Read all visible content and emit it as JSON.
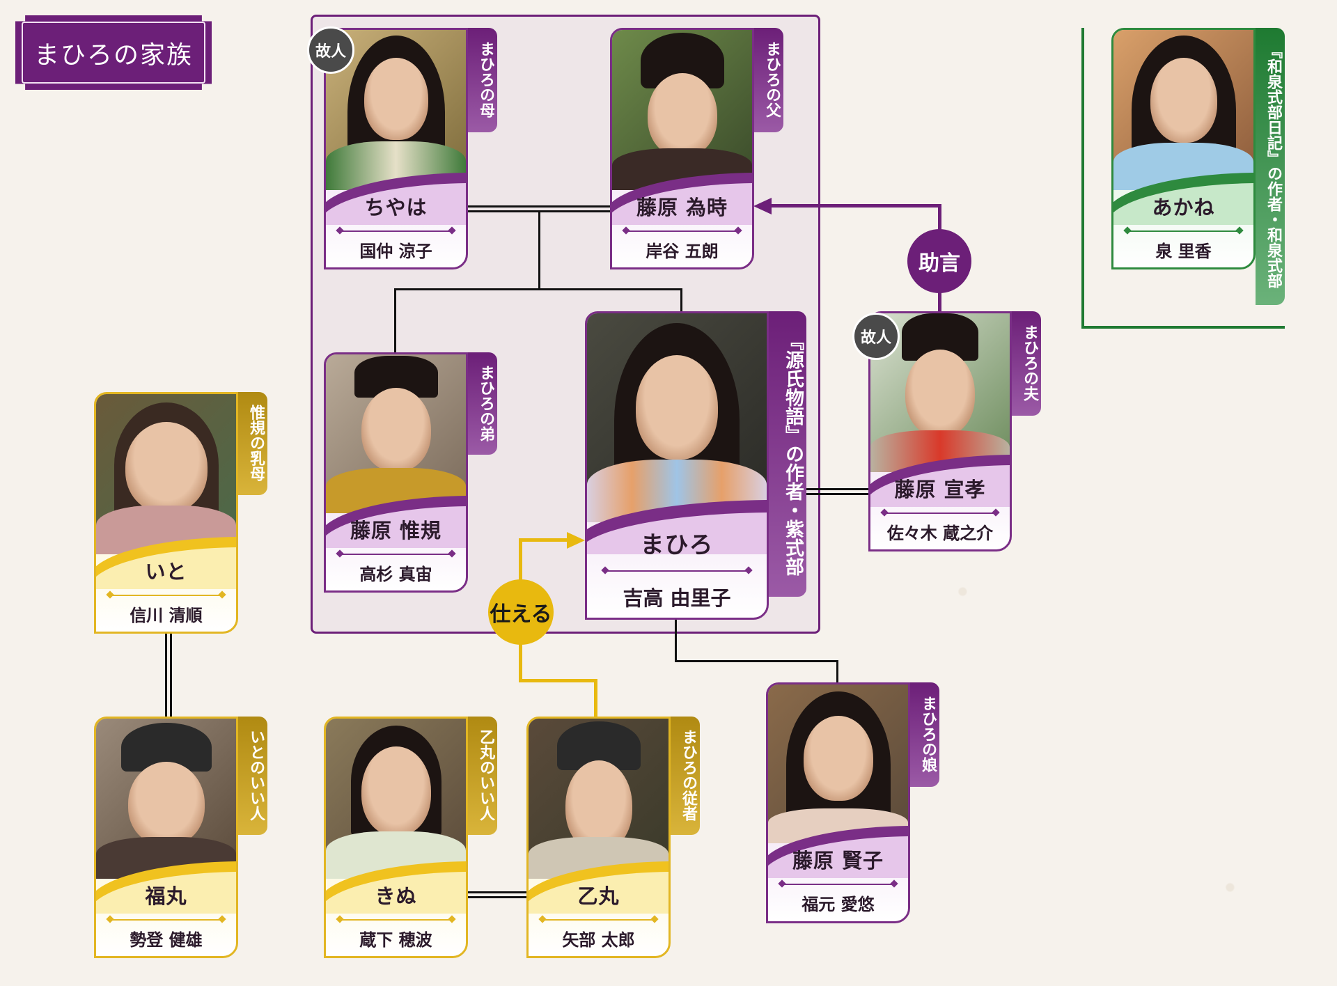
{
  "title": "まひろの家族",
  "relations": {
    "advice": "助言",
    "serve": "仕える"
  },
  "deceased_label": "故人",
  "cards": {
    "chiyaha": {
      "role": "ちやは",
      "actor": "国仲 涼子",
      "tag": "まひろの母",
      "deceased": true,
      "theme": "purple"
    },
    "tametoki": {
      "role": "藤原 為時",
      "actor": "岸谷 五朗",
      "tag": "まひろの父",
      "deceased": false,
      "theme": "purple"
    },
    "nobunori": {
      "role": "藤原 惟規",
      "actor": "高杉 真宙",
      "tag": "まひろの弟",
      "deceased": false,
      "theme": "purple"
    },
    "mahiro": {
      "role": "まひろ",
      "actor": "吉高 由里子",
      "tag": "『源氏物語』の作者・紫式部",
      "deceased": false,
      "theme": "purple"
    },
    "nobutaka": {
      "role": "藤原 宣孝",
      "actor": "佐々木 蔵之介",
      "tag": "まひろの夫",
      "deceased": true,
      "theme": "purple"
    },
    "akane": {
      "role": "あかね",
      "actor": "泉 里香",
      "tag": "『和泉式部日記』の作者・和泉式部",
      "deceased": false,
      "theme": "green"
    },
    "ito": {
      "role": "いと",
      "actor": "信川 清順",
      "tag": "惟規の乳母",
      "deceased": false,
      "theme": "gold"
    },
    "fukumaru": {
      "role": "福丸",
      "actor": "勢登 健雄",
      "tag": "いとのいい人",
      "deceased": false,
      "theme": "gold"
    },
    "kinu": {
      "role": "きぬ",
      "actor": "蔵下 穂波",
      "tag": "乙丸のいい人",
      "deceased": false,
      "theme": "gold"
    },
    "otomaru": {
      "role": "乙丸",
      "actor": "矢部 太郎",
      "tag": "まひろの従者",
      "deceased": false,
      "theme": "gold"
    },
    "kenshi": {
      "role": "藤原 賢子",
      "actor": "福元 愛悠",
      "tag": "まひろの娘",
      "deceased": false,
      "theme": "purple"
    }
  },
  "colors": {
    "purple": "#6c1f78",
    "gold": "#e8b90f",
    "green": "#1f7a32",
    "deceased": "#4a4a4a",
    "background": "#f6f2ec"
  }
}
